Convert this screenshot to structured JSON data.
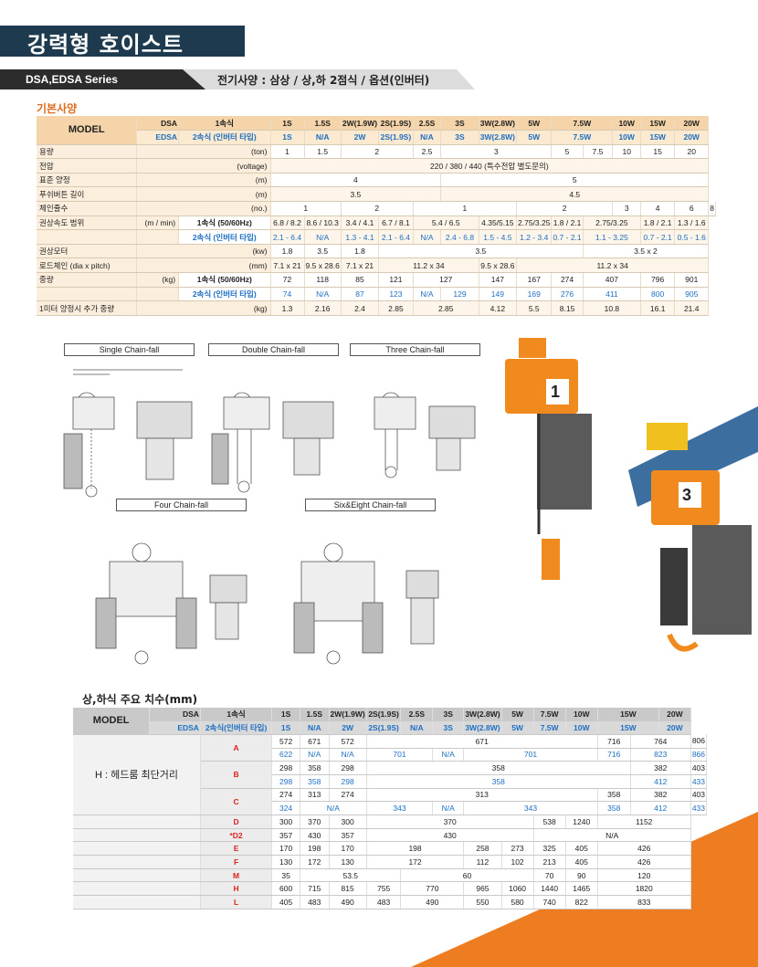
{
  "page": {
    "title": "강력형 호이스트",
    "series_name": "DSA,EDSA Series",
    "spec_note": "전기사양 : 삼상  / 상,하 2점식  / 옵션(인버터)",
    "section1_title": "기본사양",
    "section2_title": "상,하식 주요 치수(mm)"
  },
  "diagram_labels": {
    "single": "Single Chain-fall",
    "double": "Double Chain-fall",
    "three": "Three Chain-fall",
    "four": "Four Chain-fall",
    "six": "Six&Eight Chain-fall"
  },
  "spec_table": {
    "model": "MODEL",
    "dsa": "DSA",
    "edsa": "EDSA",
    "speed1": "1속식",
    "speed2": "2속식 (인버터 타입)",
    "models_dsa": [
      "1S",
      "1.5S",
      "2W(1.9W)",
      "2S(1.9S)",
      "2.5S",
      "3S",
      "3W(2.8W)",
      "5W",
      "7.5W",
      "10W",
      "15W",
      "20W"
    ],
    "models_edsa": [
      "1S",
      "N/A",
      "2W",
      "2S(1.9S)",
      "N/A",
      "3S",
      "3W(2.8W)",
      "5W",
      "7.5W",
      "10W",
      "15W",
      "20W"
    ],
    "rows": {
      "capacity": {
        "label": "용량",
        "unit": "(ton)",
        "v": [
          "1",
          "1.5",
          "2",
          "2.5",
          "3",
          "5",
          "7.5",
          "10",
          "15",
          "20"
        ]
      },
      "voltage": {
        "label": "전압",
        "unit": "(voltage)",
        "v": "220 / 380 / 440 (특수전압 별도문의)"
      },
      "lift": {
        "label": "표준 양정",
        "unit": "(m)",
        "v": [
          "4",
          "5"
        ]
      },
      "pendant": {
        "label": "푸쉬버튼 길이",
        "unit": "(m)",
        "v": [
          "3.5",
          "4.5"
        ]
      },
      "falls": {
        "label": "체인줄수",
        "unit": "(no.)",
        "v": [
          "1",
          "2",
          "1",
          "2",
          "3",
          "4",
          "6",
          "8"
        ]
      },
      "speed": {
        "label": "권상속도 범위",
        "unit": "(m / min)",
        "sub1": "1속식 (50/60Hz)",
        "sub2": "2속식 (인버터 타입)",
        "v1": [
          "6.8 / 8.2",
          "8.6 / 10.3",
          "3.4 / 4.1",
          "6.7 / 8.1",
          "5.4 / 6.5",
          "4.35/5.15",
          "2.75/3.25",
          "1.8 / 2.1",
          "2.75/3.25",
          "1.8 / 2.1",
          "1.3 / 1.6"
        ],
        "v2": [
          "2.1 - 6.4",
          "N/A",
          "1.3 - 4.1",
          "2.1 - 6.4",
          "N/A",
          "2.4 - 6.8",
          "1.5 - 4.5",
          "1.2 - 3.4",
          "0.7 - 2.1",
          "1.1 - 3.25",
          "0.7 - 2.1",
          "0.5 - 1.6"
        ]
      },
      "motor": {
        "label": "권상모터",
        "unit": "(kw)",
        "v": [
          "1.8",
          "3.5",
          "1.8",
          "3.5",
          "3.5 x 2"
        ]
      },
      "chain": {
        "label": "로드체인 (dia x pitch)",
        "unit": "(mm)",
        "v": [
          "7.1 x 21",
          "9.5 x 28.6",
          "7.1 x 21",
          "11.2 x 34",
          "9.5 x 28.6",
          "11.2 x 34"
        ]
      },
      "weight": {
        "label": "중량",
        "unit": "(kg)",
        "sub1": "1속식 (50/60Hz)",
        "sub2": "2속식 (인버터 타입)",
        "v1": [
          "72",
          "118",
          "85",
          "121",
          "127",
          "147",
          "167",
          "274",
          "407",
          "796",
          "901"
        ],
        "v2": [
          "74",
          "N/A",
          "87",
          "123",
          "N/A",
          "129",
          "149",
          "169",
          "276",
          "411",
          "800",
          "905"
        ]
      },
      "extra": {
        "label": "1미터 양정시 추가 중량",
        "unit": "(kg)",
        "v": [
          "1.3",
          "2.16",
          "2.4",
          "2.85",
          "2.85",
          "4.12",
          "5.5",
          "8.15",
          "10.8",
          "16.1",
          "21.4"
        ]
      }
    }
  },
  "dim_table": {
    "model": "MODEL",
    "dsa": "DSA",
    "edsa": "EDSA",
    "speed1": "1속식",
    "speed2": "2속식(인버터 타입)",
    "models_dsa": [
      "1S",
      "1.5S",
      "2W(1.9W)",
      "2S(1.9S)",
      "2.5S",
      "3S",
      "3W(2.8W)",
      "5W",
      "7.5W",
      "10W",
      "15W",
      "20W"
    ],
    "models_edsa": [
      "1S",
      "N/A",
      "2W",
      "2S(1.9S)",
      "N/A",
      "3S",
      "3W(2.8W)",
      "5W",
      "7.5W",
      "10W",
      "15W",
      "20W"
    ],
    "h_label": "H : 헤드룸 최단거리",
    "rows": {
      "A1": [
        "572",
        "671",
        "572",
        "671",
        "716",
        "764",
        "806"
      ],
      "A2": [
        "622",
        "N/A",
        "N/A",
        "701",
        "N/A",
        "701",
        "716",
        "823",
        "866"
      ],
      "B1": [
        "298",
        "358",
        "298",
        "358",
        "382",
        "403"
      ],
      "B2": [
        "298",
        "358",
        "298",
        "358",
        "412",
        "433"
      ],
      "C1": [
        "274",
        "313",
        "274",
        "313",
        "358",
        "382",
        "403"
      ],
      "C2": [
        "324",
        "N/A",
        "343",
        "N/A",
        "343",
        "358",
        "412",
        "433"
      ],
      "D": [
        "300",
        "370",
        "300",
        "370",
        "538",
        "1240",
        "1152"
      ],
      "D2": [
        "357",
        "430",
        "357",
        "430",
        "N/A"
      ],
      "E": [
        "170",
        "198",
        "170",
        "198",
        "258",
        "273",
        "325",
        "405",
        "426"
      ],
      "F": [
        "130",
        "172",
        "130",
        "172",
        "112",
        "102",
        "213",
        "405",
        "426"
      ],
      "M": [
        "35",
        "53.5",
        "60",
        "70",
        "90",
        "120"
      ],
      "H": [
        "600",
        "715",
        "815",
        "755",
        "770",
        "965",
        "1060",
        "1440",
        "1465",
        "1820"
      ],
      "L": [
        "405",
        "483",
        "490",
        "483",
        "490",
        "550",
        "580",
        "740",
        "822",
        "833"
      ]
    },
    "row_labels": {
      "A": "A",
      "B": "B",
      "C": "C",
      "D": "D",
      "D2": "*D2",
      "E": "E",
      "F": "F",
      "M": "M",
      "H": "H",
      "L": "L"
    }
  },
  "photo_labels": {
    "hoist1_plate": "1",
    "hoist2_plate": "3"
  }
}
